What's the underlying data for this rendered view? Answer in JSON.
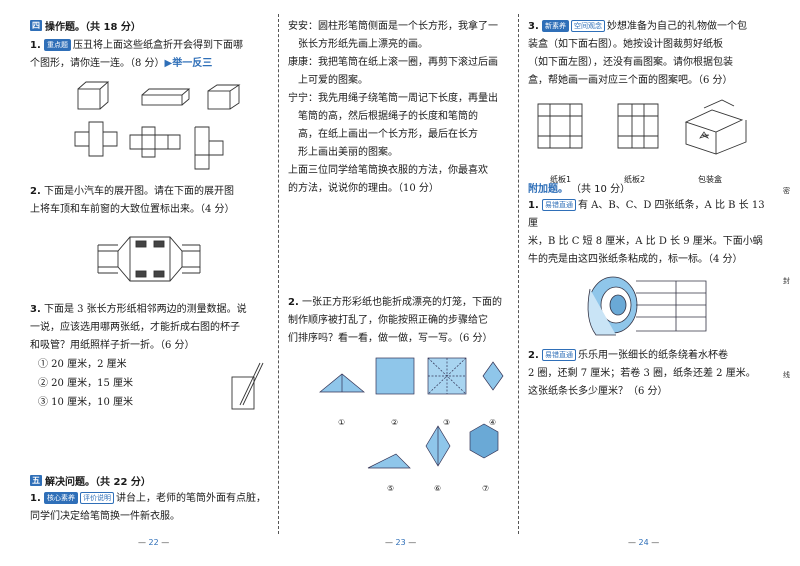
{
  "page_left": {
    "sec4_num": "四",
    "sec4_title": "操作题。（共 18 分）",
    "q1_num": "1.",
    "q1_tag": "重点题",
    "q1_text_a": "压丑将上面这些纸盒折开会得到下面哪",
    "q1_text_b": "个图形，请你连一连。（8 分）",
    "q1_link": "▶举一反三",
    "q2_num": "2.",
    "q2_text_a": "下面是小汽车的展开图。请在下面的展开图",
    "q2_text_b": "上将车顶和车前窗的大致位置标出来。（4 分）",
    "q3_num": "3.",
    "q3_text_a": "下面是 3 张长方形纸相邻两边的测量数据。说",
    "q3_text_b": "一说，应该选用哪两张纸，才能折成右图的杯子",
    "q3_text_c": "和吸管？用纸照样子折一折。（6 分）",
    "q3_opts": [
      "① 20 厘米，2 厘米",
      "② 20 厘米，15 厘米",
      "③ 10 厘米，10 厘米"
    ],
    "sec5_num": "五",
    "sec5_title": "解决问题。（共 22 分）",
    "q4_num": "1.",
    "q4_tag1": "核心素养",
    "q4_tag2": "评价说明",
    "q4_text_a": "讲台上，老师的笔筒外面有点脏，",
    "q4_text_b": "同学们决定给笔筒换一件新衣服。",
    "page_no": "22"
  },
  "page_mid": {
    "line1": "安安：圆柱形笔筒侧面是一个长方形，我拿了一",
    "line2": "张长方形纸先画上漂亮的画。",
    "line3": "康康：我把笔筒在纸上滚一圈，再剪下滚过后画",
    "line4": "上可爱的图案。",
    "line5": "宁宁：我先用绳子绕笔筒一周记下长度，再量出",
    "line6": "笔筒的高，然后根据绳子的长度和笔筒的",
    "line7": "高，在纸上画出一个长方形，最后在长方",
    "line8": "形上画出美丽的图案。",
    "line9": "上面三位同学给笔筒换衣服的方法，你最喜欢",
    "line10": "的方法，说说你的理由。（10 分）",
    "q2_num": "2.",
    "q2_text_a": "一张正方形彩纸也能折成漂亮的灯笼，下面的",
    "q2_text_b": "制作顺序被打乱了，你能按照正确的步骤给它",
    "q2_text_c": "们排序吗？看一看，做一做，写一写。（6 分）",
    "steps_row1": [
      "①",
      "②",
      "③",
      "④"
    ],
    "steps_row2": [
      "⑤",
      "⑥",
      "⑦"
    ],
    "page_no": "23"
  },
  "page_right": {
    "q3_num": "3.",
    "q3_tag1": "新素养",
    "q3_tag2": "空间观念",
    "q3_text_a": "妙想准备为自己的礼物做一个包",
    "q3_text_b": "装盒（如下面右图）。她按设计图裁剪好纸板",
    "q3_text_c": "（如下面左图），还没有画图案。请你根据包装",
    "q3_text_d": "盒，帮她画一画对应三个面的图案吧。（6 分）",
    "caption1": "纸板1",
    "caption2": "纸板2",
    "caption3": "包装盒",
    "extra_title": "附加题。",
    "extra_score": "（共 10 分）",
    "e1_num": "1.",
    "e1_tag": "易错直通",
    "e1_text_a": "有 A、B、C、D 四张纸条，A 比 B 长 13 厘",
    "e1_text_b": "米，B 比 C 短 8 厘米，A 比 D 长 9 厘米。下面小蜗",
    "e1_text_c": "牛的壳是由这四张纸条粘成的，标一标。（4 分）",
    "e2_num": "2.",
    "e2_tag": "易错直通",
    "e2_text_a": "乐乐用一张细长的纸条绕着水杯卷",
    "e2_text_b": "2 圈，还剩 7 厘米；若卷 3 圈，纸条还差 2 厘米。",
    "e2_text_c": "这张纸条长多少厘米？（6 分）",
    "side_chars": [
      "密",
      "封",
      "线"
    ],
    "page_no": "24"
  },
  "colors": {
    "accent": "#2f6fb8",
    "paper_blue": "#8fc6ea"
  }
}
